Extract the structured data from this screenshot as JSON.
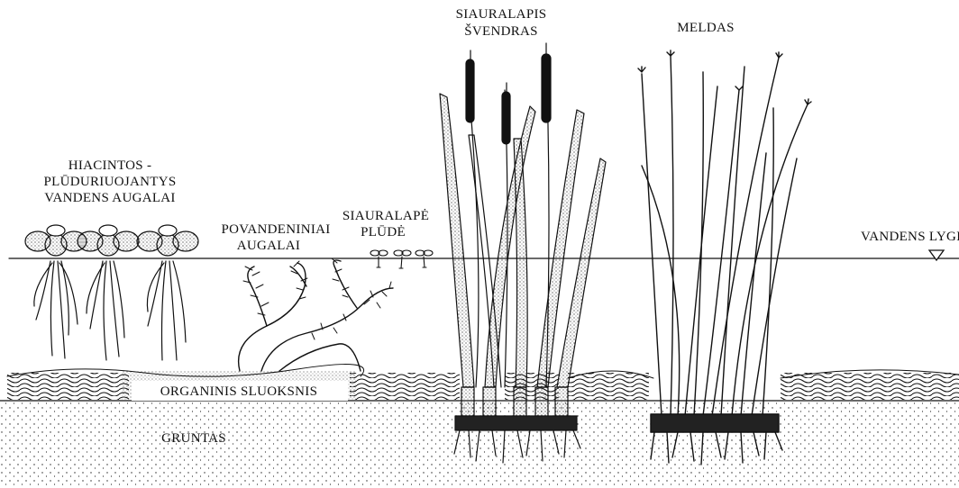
{
  "labels": {
    "hyacinth_line1": "HIACINTOS -",
    "hyacinth_line2": "PLŪDURIUOJANTYS",
    "hyacinth_line3": "VANDENS AUGALAI",
    "submerged_line1": "POVANDENINIAI",
    "submerged_line2": "AUGALAI",
    "duckweed_line1": "SIAURALAPĖ",
    "duckweed_line2": "PLŪDĖ",
    "cattail_line1": "SIAURALAPIS",
    "cattail_line2": "ŠVENDRAS",
    "bulrush": "MELDAS",
    "water_level": "VANDENS LYGIS",
    "organic_layer": "ORGANINIS SLUOKSNIS",
    "soil": "GRUNTAS"
  },
  "colors": {
    "ink": "#111111",
    "background": "#ffffff"
  }
}
